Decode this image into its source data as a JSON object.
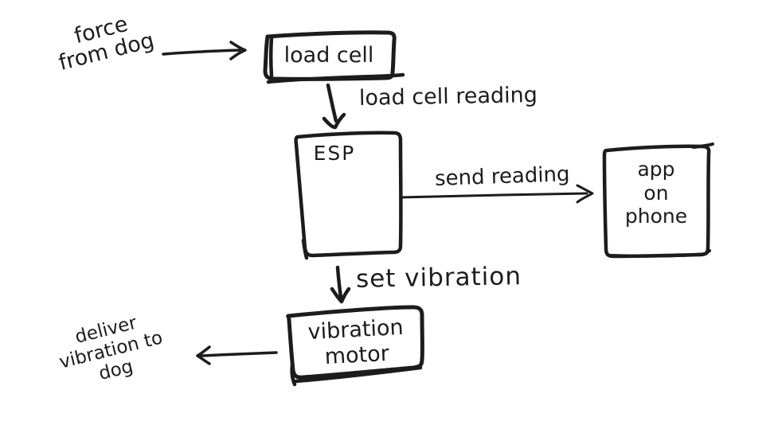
{
  "canvas": {
    "background": "#ffffff",
    "ink": "#1c1c1c"
  },
  "nodes": {
    "load_cell": {
      "label": "load cell"
    },
    "esp": {
      "label": "ESP"
    },
    "app_on_phone": {
      "line1": "app",
      "line2": "on",
      "line3": "phone"
    },
    "vibration_motor": {
      "line1": "vibration",
      "line2": "motor"
    }
  },
  "edge_labels": {
    "load_cell_reading": "load cell reading",
    "send_reading": "send reading",
    "set_vibration": "set vibration"
  },
  "annotations": {
    "force_from_dog": {
      "line1": "force",
      "line2": "from dog"
    },
    "deliver_vibration_to_dog": {
      "line1": "deliver",
      "line2": "vibration to",
      "line3": "dog"
    }
  }
}
